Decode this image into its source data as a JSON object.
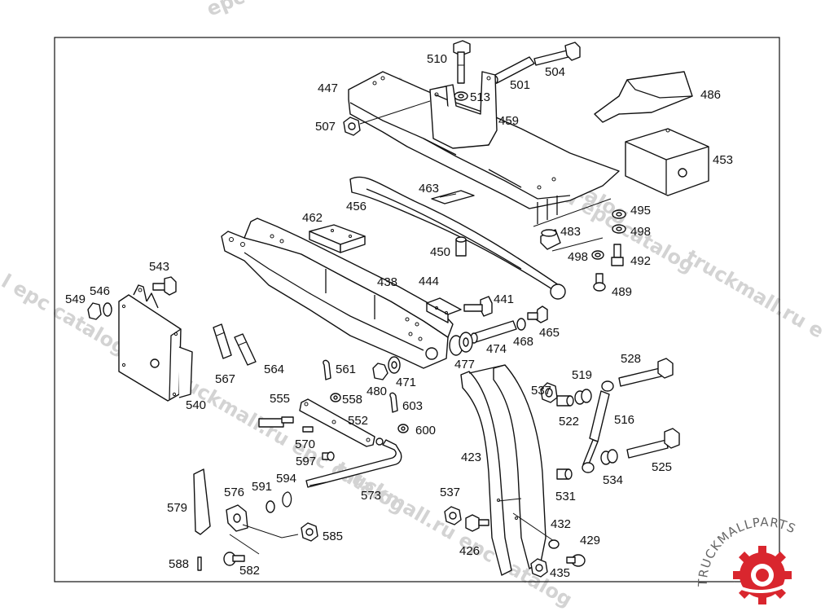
{
  "watermark": {
    "text_1": "epc catalog",
    "text_2": "truckmall.ru epc catalog",
    "text_3": "truckmall.ru epc catalog",
    "text_4": "l epc catalog",
    "text_5": "truckmall.ru epc catalog",
    "text_6": "truckmall.ru e",
    "text_7": "truckmall.ru epc catalog"
  },
  "logo": {
    "text": "TRUCKMALLPARTS",
    "accent_color": "#d9262e"
  },
  "colors": {
    "line": "#111111",
    "watermark": "#d3d3d3",
    "background": "#ffffff"
  },
  "labels": {
    "l510": "510",
    "l504": "504",
    "l501": "501",
    "l513": "513",
    "l447": "447",
    "l459": "459",
    "l507": "507",
    "l486": "486",
    "l453": "453",
    "l463": "463",
    "l456": "456",
    "l495": "495",
    "l462": "462",
    "l483": "483",
    "l498a": "498",
    "l498b": "498",
    "l492": "492",
    "l450": "450",
    "l489": "489",
    "l543": "543",
    "l438": "438",
    "l444": "444",
    "l549": "549",
    "l546": "546",
    "l441": "441",
    "l465": "465",
    "l468": "468",
    "l474": "474",
    "l477": "477",
    "l567": "567",
    "l564": "564",
    "l561": "561",
    "l480": "480",
    "l471": "471",
    "l540": "540",
    "l555": "555",
    "l558": "558",
    "l603": "603",
    "l528": "528",
    "l519": "519",
    "l537a": "537",
    "l522": "522",
    "l516": "516",
    "l552": "552",
    "l600": "600",
    "l570": "570",
    "l597": "597",
    "l423": "423",
    "l525": "525",
    "l534": "534",
    "l594": "594",
    "l591": "591",
    "l576": "576",
    "l573": "573",
    "l531": "531",
    "l537b": "537",
    "l579": "579",
    "l432": "432",
    "l585": "585",
    "l426": "426",
    "l429": "429",
    "l588": "588",
    "l582": "582",
    "l435": "435"
  }
}
